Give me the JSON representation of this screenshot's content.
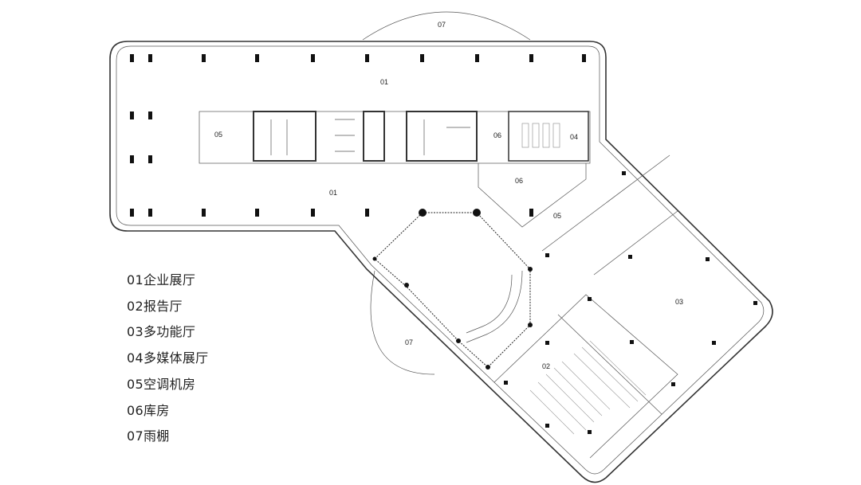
{
  "plan": {
    "room_labels": {
      "canopy_top": "07",
      "hall_north": "01",
      "hvac_west": "05",
      "storage_small": "06",
      "media_hall": "04",
      "storage_large": "06",
      "hall_south": "01",
      "hvac_east": "05",
      "multifunction_hall": "03",
      "canopy_bottom": "07",
      "auditorium": "02"
    }
  },
  "legend": {
    "items": [
      "01企业展厅",
      "02报告厅",
      "03多功能厅",
      "04多媒体展厅",
      "05空调机房",
      "06库房",
      "07雨棚"
    ]
  }
}
